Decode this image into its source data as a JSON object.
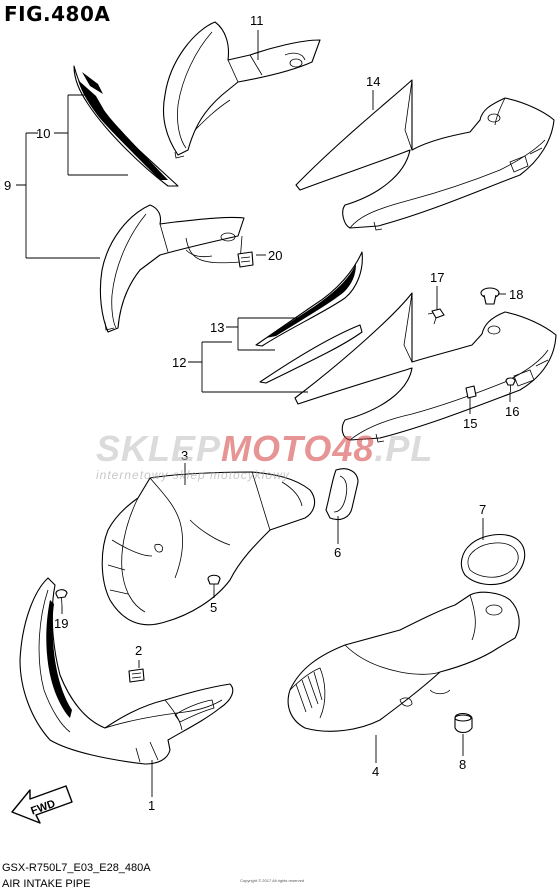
{
  "figure": {
    "title": "FIG.480A"
  },
  "callouts": {
    "c1": "1",
    "c2": "2",
    "c3": "3",
    "c4": "4",
    "c5": "5",
    "c6": "6",
    "c7": "7",
    "c8": "8",
    "c9": "9",
    "c10": "10",
    "c11": "11",
    "c12": "12",
    "c13": "13",
    "c14": "14",
    "c15": "15",
    "c16": "16",
    "c17": "17",
    "c18": "18",
    "c19": "19",
    "c20": "20"
  },
  "fwd_label": "FWD",
  "watermark": {
    "text_a": "SKLEP",
    "text_b": "MOTO",
    "text_c": "48",
    "text_d": ".PL",
    "sub": "internetowy sklep motocyklowy"
  },
  "footer": {
    "code": "GSX-R750L7_E03_E28_480A",
    "title": "AIR INTAKE PIPE",
    "copyright": "Copyright © 2017 All rights reserved"
  }
}
